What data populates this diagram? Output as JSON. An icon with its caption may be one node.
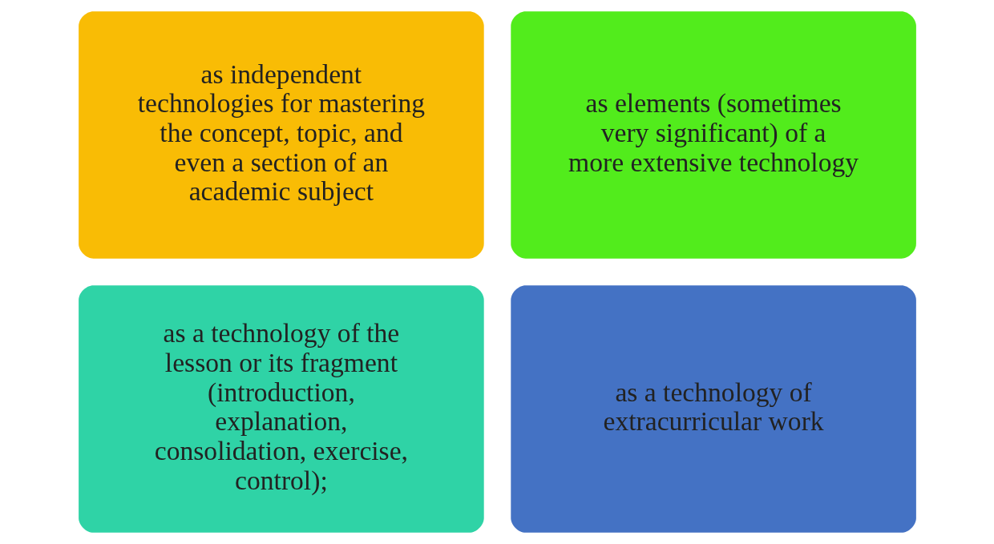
{
  "diagram": {
    "nodes": [
      {
        "text": [
          "as independent technologies for mastering the concept, topic, and even a section of an academic subject"
        ]
      },
      {
        "text": [
          "as elements (sometimes very significant) of a more extensive technology"
        ]
      },
      {
        "text": [
          "as a technology of the lesson or its fragment (introduction, explanation, consolidation, exercise, control);"
        ]
      },
      {
        "text": [
          "as a technology of extracurricular work"
        ]
      }
    ]
  }
}
